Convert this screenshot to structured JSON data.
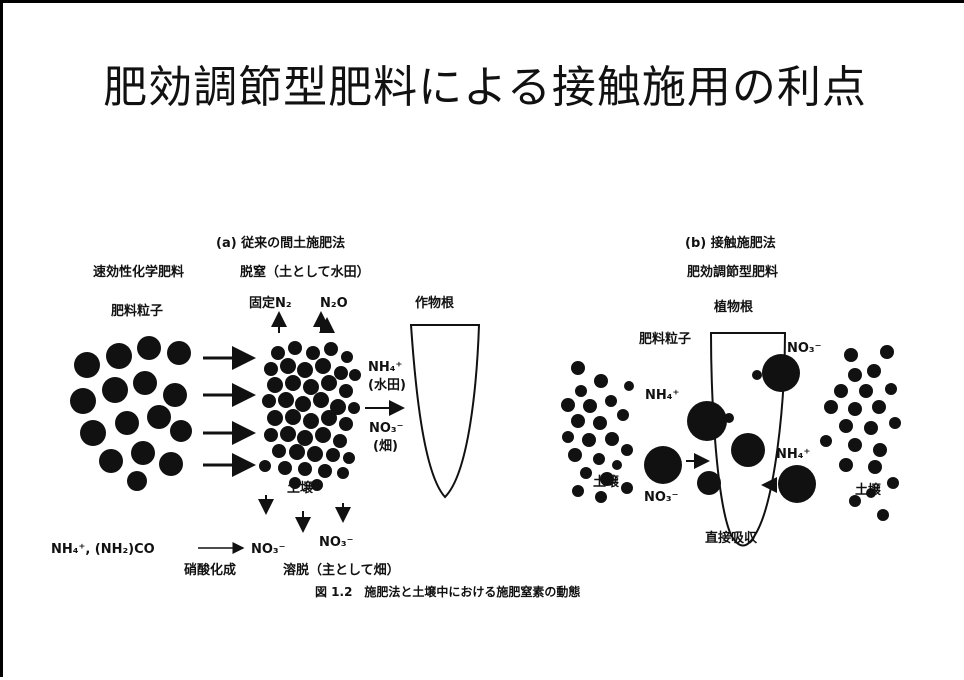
{
  "slide": {
    "title": "肥効調節型肥料による接触施用の利点"
  },
  "figure": {
    "panel_a": {
      "heading": "(a) 従来の間土施肥法",
      "label_fertilizer_type": "速効性化学肥料",
      "label_particle": "肥料粒子",
      "label_denitrification": "脱窒（土として水田）",
      "label_fixed_n2": "固定N₂",
      "label_n2o": "N₂O",
      "label_root": "作物根",
      "label_nh4_paddy": "NH₄⁺",
      "label_paddy": "(水田)",
      "label_no3_upland": "NO₃⁻",
      "label_upland": "(畑)",
      "label_soil": "土壌",
      "label_source": "NH₄⁺, (NH₂)CO",
      "label_no3_a": "NO₃⁻",
      "label_no3_b": "NO₃⁻",
      "label_nitrification": "硝酸化成",
      "label_leaching": "溶脱（主として畑）"
    },
    "panel_b": {
      "heading": "(b) 接触施肥法",
      "label_fertilizer_type": "肥効調節型肥料",
      "label_root": "植物根",
      "label_particle": "肥料粒子",
      "label_no3_top": "NO₃⁻",
      "label_nh4_left": "NH₄⁺",
      "label_nh4_right": "NH₄⁺",
      "label_no3_bottom": "NO₃⁻",
      "label_soil_left": "土壌",
      "label_soil_right": "土壌",
      "label_direct_uptake": "直接吸収"
    },
    "caption": "図 1.2　施肥法と土壌中における施肥窒素の動態"
  }
}
